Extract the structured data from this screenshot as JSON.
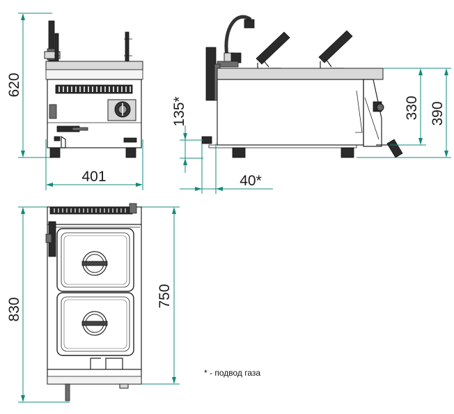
{
  "dimensions": {
    "front_height": "620",
    "front_width": "401",
    "side_gas_height": "135*",
    "side_gas_offset": "40*",
    "side_height_inner": "330",
    "side_height_outer": "390",
    "top_depth_outer": "830",
    "top_depth_inner": "750"
  },
  "footnote": "* - подвод газа",
  "colors": {
    "dimension": "#138a7c",
    "outline": "#222222"
  }
}
